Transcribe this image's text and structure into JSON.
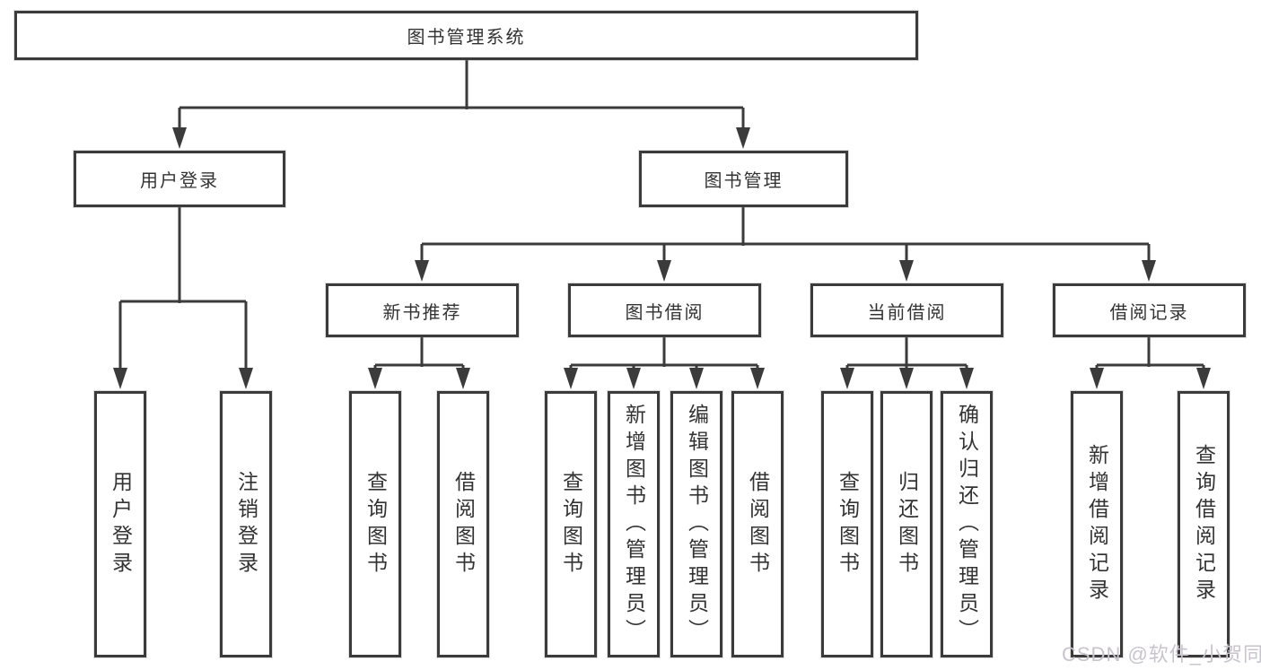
{
  "colors": {
    "background": "#ffffff",
    "line": "#3b3b3b",
    "node_border": "#3b3b3b",
    "node_text": "#333333",
    "watermark": "#c8c3cd"
  },
  "tree": {
    "root": {
      "label": "图书管理系统"
    },
    "level1": [
      {
        "label": "用户登录",
        "children": [
          {
            "label": "用户登录"
          },
          {
            "label": "注销登录"
          }
        ]
      },
      {
        "label": "图书管理",
        "children": [
          {
            "label": "新书推荐",
            "children": [
              {
                "label": "查询图书"
              },
              {
                "label": "借阅图书"
              }
            ]
          },
          {
            "label": "图书借阅",
            "children": [
              {
                "label": "查询图书"
              },
              {
                "label": "新增图书（管理员）"
              },
              {
                "label": "编辑图书（管理员）"
              },
              {
                "label": "借阅图书"
              }
            ]
          },
          {
            "label": "当前借阅",
            "children": [
              {
                "label": "查询图书"
              },
              {
                "label": "归还图书"
              },
              {
                "label": "确认归还（管理员）"
              }
            ]
          },
          {
            "label": "借阅记录",
            "children": [
              {
                "label": "新增借阅记录"
              },
              {
                "label": "查询借阅记录"
              }
            ]
          }
        ]
      }
    ]
  },
  "watermark": {
    "text": "CSDN @软件_小贺同学"
  }
}
